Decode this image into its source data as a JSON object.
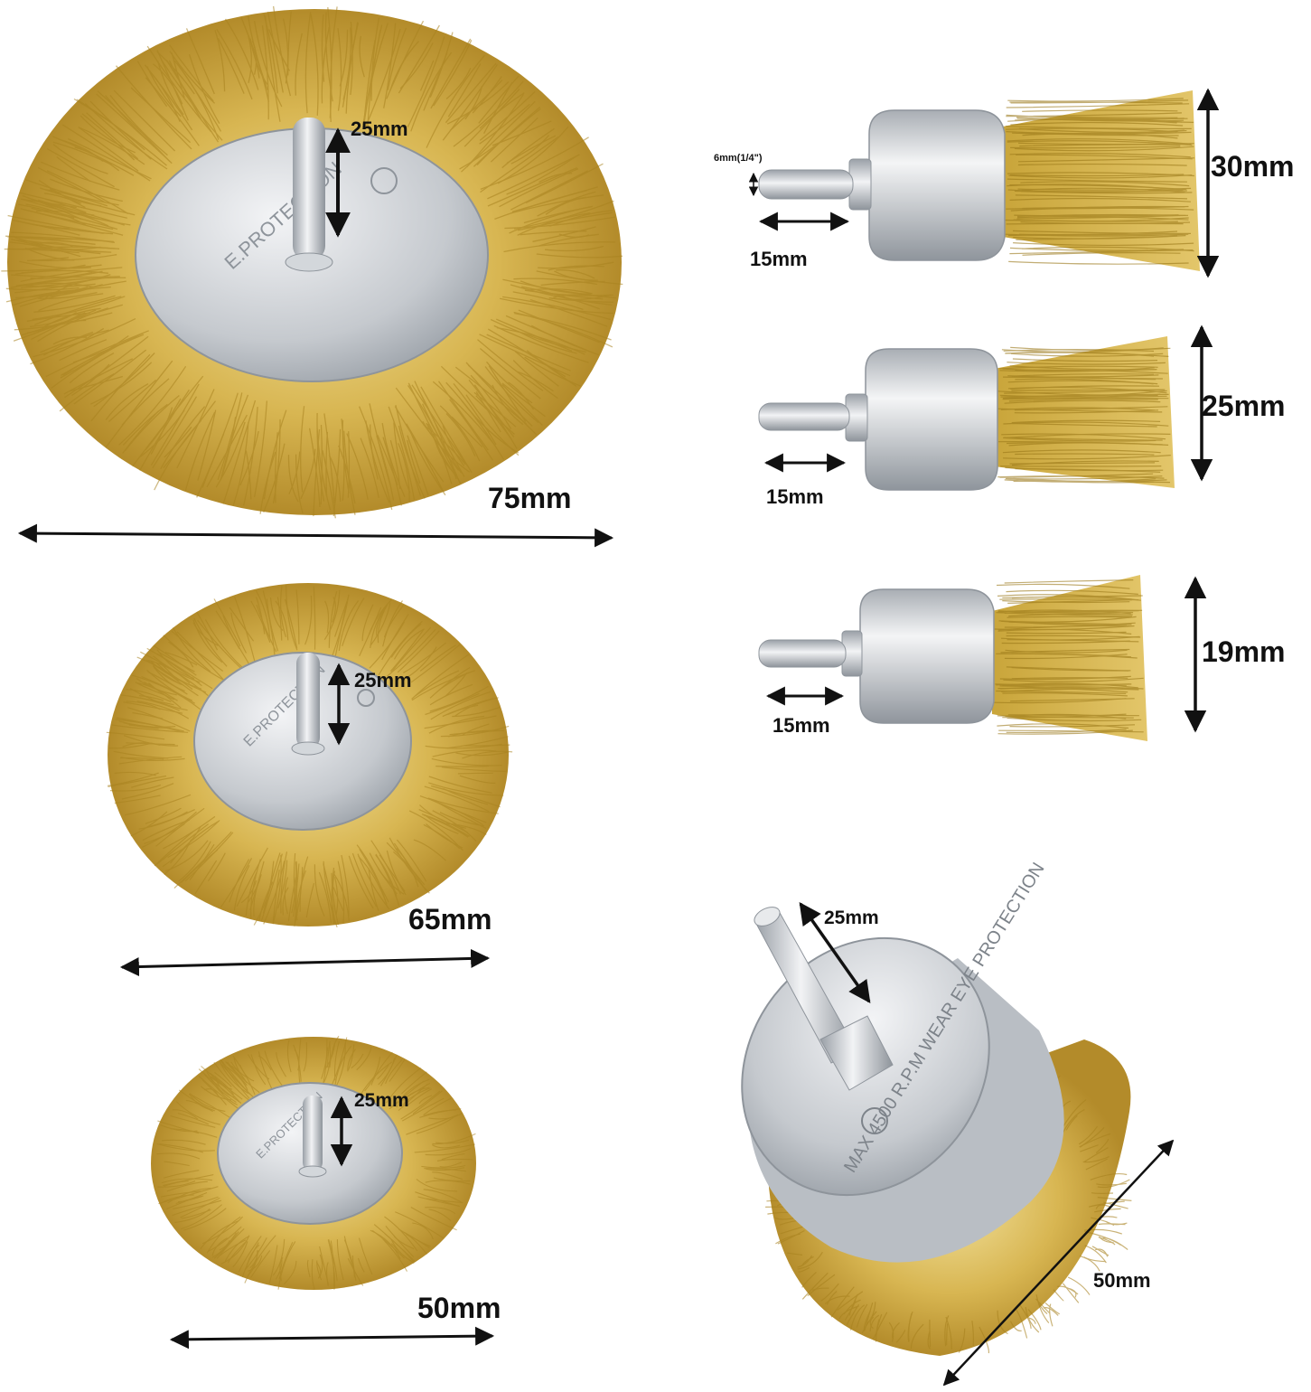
{
  "colors": {
    "background": "#ffffff",
    "brass_light": "#e9d47a",
    "brass": "#c9a53a",
    "brass_dark": "#8a6a1c",
    "metal_light": "#eef0f2",
    "metal": "#c7cbd0",
    "metal_dark": "#8e949b",
    "arrow": "#111111"
  },
  "wheel_brushes": [
    {
      "diameter_label": "75mm",
      "shank_label": "25mm",
      "plate_text": "E.PROTECTION"
    },
    {
      "diameter_label": "65mm",
      "shank_label": "25mm",
      "plate_text": "E.PROTECTION"
    },
    {
      "diameter_label": "50mm",
      "shank_label": "25mm",
      "plate_text": "E.PROTECTION"
    }
  ],
  "end_brushes": [
    {
      "diameter_label": "30mm",
      "length_label": "15mm",
      "shank_label": "6mm(1/4\")"
    },
    {
      "diameter_label": "25mm",
      "length_label": "15mm"
    },
    {
      "diameter_label": "19mm",
      "length_label": "15mm"
    }
  ],
  "cup_brush": {
    "diameter_label": "50mm",
    "shank_label": "25mm",
    "cup_text": "MAX 4500 R.P.M  WEAR EYE PROTECTION"
  },
  "icons": [
    "double-arrow-icon"
  ]
}
